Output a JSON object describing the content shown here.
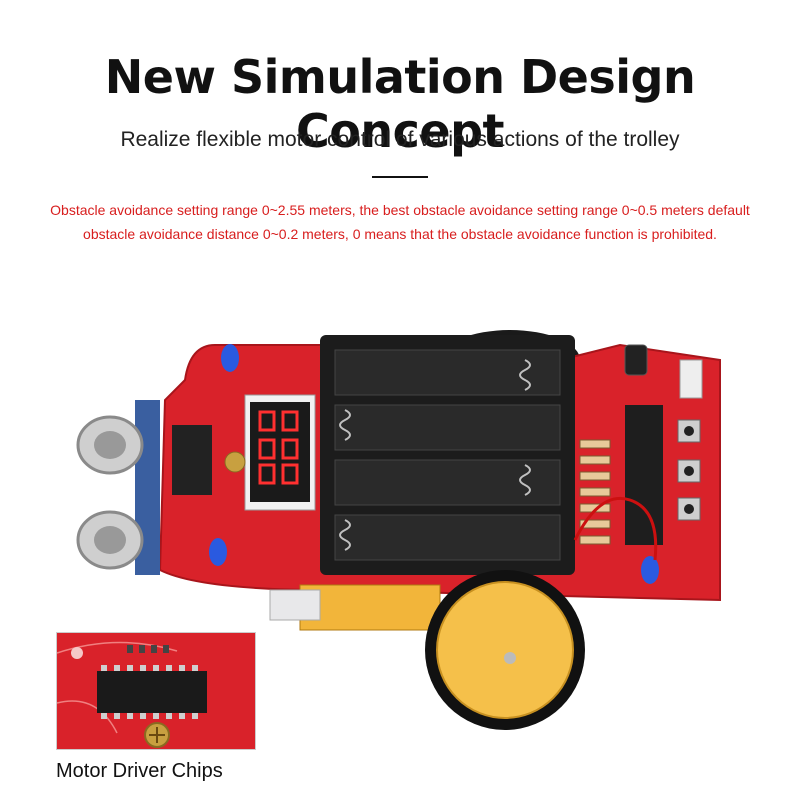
{
  "header": {
    "title": "New Simulation Design Concept",
    "subtitle": "Realize flexible motor control of various actions of the trolley"
  },
  "note": {
    "text": "Obstacle avoidance setting range 0~2.55 meters, the best obstacle avoidance setting range 0~0.5 meters default obstacle avoidance distance 0~0.2 meters, 0 means that the obstacle avoidance function is prohibited."
  },
  "inset": {
    "caption": "Motor Driver Chips"
  },
  "colors": {
    "accent_red": "#d81e1e",
    "pcb_red": "#d9222a",
    "wheel_yellow": "#f5c04a"
  }
}
